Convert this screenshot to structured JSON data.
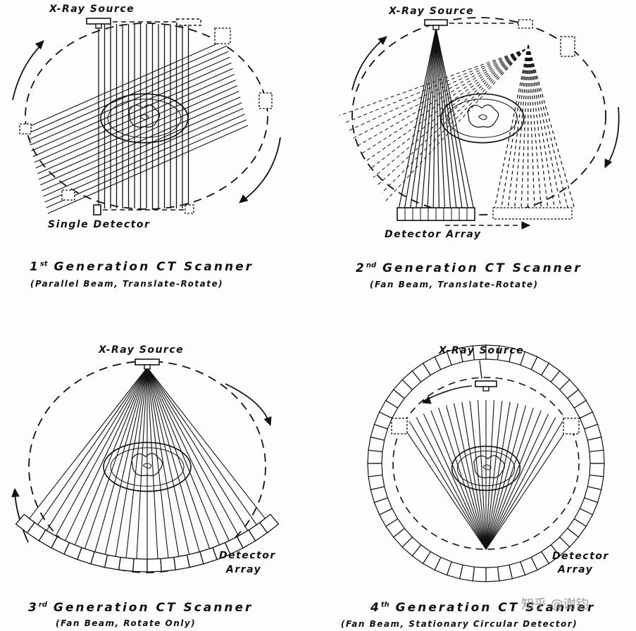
{
  "panels": {
    "p1": {
      "source_label": "X-Ray Source",
      "detector_label": "Single Detector",
      "title_ordinal": "1",
      "title_sup": "st",
      "title_rest": "Generation CT Scanner",
      "subtitle": "(Parallel Beam, Translate-Rotate)"
    },
    "p2": {
      "source_label": "X-Ray Source",
      "detector_label": "Detector Array",
      "title_ordinal": "2",
      "title_sup": "nd",
      "title_rest": "Generation CT Scanner",
      "subtitle": "(Fan Beam, Translate-Rotate)"
    },
    "p3": {
      "source_label": "X-Ray Source",
      "detector_label_1": "Detector",
      "detector_label_2": "Array",
      "title_ordinal": "3",
      "title_sup": "rd",
      "title_rest": "Generation CT Scanner",
      "subtitle": "(Fan Beam, Rotate Only)"
    },
    "p4": {
      "source_label": "X-Ray Source",
      "detector_label_1": "Detector",
      "detector_label_2": "Array",
      "title_ordinal": "4",
      "title_sup": "th",
      "title_rest": "Generation CT Scanner",
      "subtitle": "(Fan Beam, Stationary Circular Detector)"
    }
  },
  "watermark": "知乎 @谢钧"
}
